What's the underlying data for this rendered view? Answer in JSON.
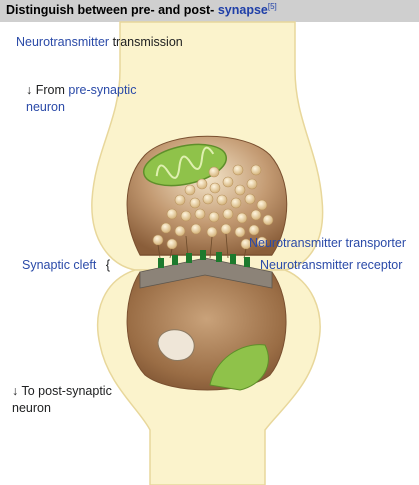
{
  "header": {
    "text": "Distinguish between pre- and post-",
    "link": "synapse",
    "ref": "[5]"
  },
  "labels": {
    "nt_link": "Neurotransmitter",
    "nt_rest": "transmission",
    "from_arrow": "↓ From",
    "pre_link": "pre-synaptic",
    "neuron1": "neuron",
    "cleft": "Synaptic cleft",
    "brace": "{",
    "transporter": "Neurotransmitter transporter",
    "receptor": "Neurotransmitter receptor",
    "to_line": "↓ To post-synaptic",
    "neuron2": "neuron"
  },
  "colors": {
    "link": "#2a4aa8",
    "tissue": "#fbf3cc",
    "membrane": "#e8d79b",
    "cytoplasm": "#a87a52",
    "vesicle": "#e9d2a3",
    "mitochondrion": "#8fc24a",
    "receptor": "#1d7a2d"
  }
}
